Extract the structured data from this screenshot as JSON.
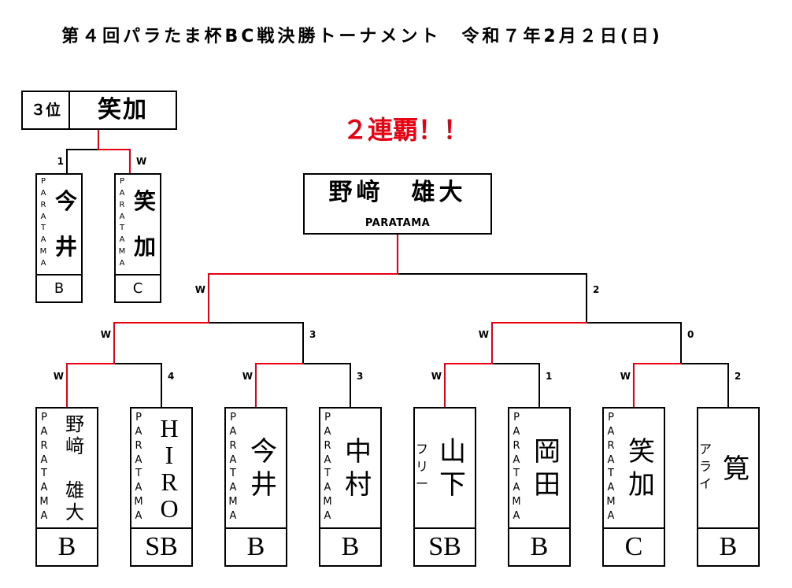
{
  "title": "第４回パラたま杯BC戦決勝トーナメント　令和７年2月２日(日)",
  "headline": "２連覇！！",
  "champion": {
    "name": "野﨑　雄大",
    "team": "PARATAMA"
  },
  "third_place": {
    "rank_label": "３位",
    "name": "笑加"
  },
  "third_place_match": {
    "score_left": "1",
    "score_right": "W",
    "players": [
      {
        "name": "今井",
        "team": "PARATAMA",
        "class": "B"
      },
      {
        "name": "笑加",
        "team": "PARATAMA",
        "class": "C"
      }
    ]
  },
  "final": {
    "score_left": "W",
    "score_right": "2"
  },
  "semifinals": [
    {
      "score_left": "W",
      "score_right": "3"
    },
    {
      "score_left": "W",
      "score_right": "0"
    }
  ],
  "quarterfinals": [
    {
      "score_left": "W",
      "score_right": "4"
    },
    {
      "score_left": "W",
      "score_right": "3"
    },
    {
      "score_left": "W",
      "score_right": "1"
    },
    {
      "score_left": "W",
      "score_right": "2"
    }
  ],
  "players": [
    {
      "name": "野﨑　雄大",
      "team": "PARATAMA",
      "class": "B"
    },
    {
      "name": "HIRO",
      "team": "PARATAMA",
      "class": "SB"
    },
    {
      "name": "今井",
      "team": "PARATAMA",
      "class": "B"
    },
    {
      "name": "中村",
      "team": "PARATAMA",
      "class": "B"
    },
    {
      "name": "山下",
      "team": "フリー",
      "class": "SB"
    },
    {
      "name": "岡田",
      "team": "PARATAMA",
      "class": "B"
    },
    {
      "name": "笑加",
      "team": "PARATAMA",
      "class": "C"
    },
    {
      "name": "筧",
      "team": "アライ",
      "class": "B"
    }
  ],
  "colors": {
    "winner_line": "#e60012",
    "bracket_line": "#000000",
    "headline": "#e60012"
  }
}
